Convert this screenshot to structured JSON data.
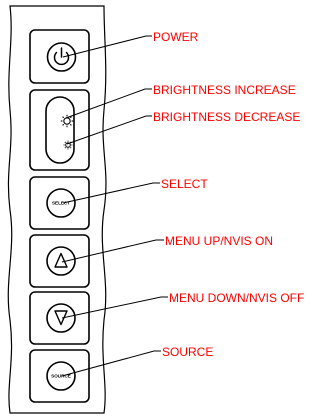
{
  "labels": {
    "power": "POWER",
    "brightness_increase": "BRIGHTNESS INCREASE",
    "brightness_decrease": "BRIGHTNESS DECREASE",
    "select": "SELECT",
    "menu_up": "MENU UP/NVIS ON",
    "menu_down": "MENU DOWN/NVIS OFF",
    "source": "SOURCE"
  },
  "button_text": {
    "select": "SELECT",
    "source": "SOURCE"
  },
  "icons": {
    "power": "power-icon",
    "brightness_increase": "sun-large-icon",
    "brightness_decrease": "sun-small-icon",
    "menu_up": "triangle-up-icon",
    "menu_down": "triangle-down-icon"
  },
  "colors": {
    "callout": "#ff0000",
    "line": "#000000"
  }
}
